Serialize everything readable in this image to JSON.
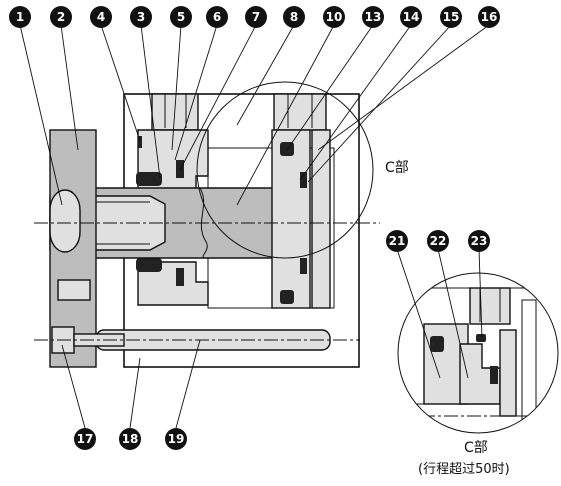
{
  "callouts_top": [
    "1",
    "2",
    "4",
    "3",
    "5",
    "6",
    "7",
    "8",
    "10",
    "13",
    "14",
    "15",
    "16"
  ],
  "callouts_bottom": [
    "17",
    "18",
    "19"
  ],
  "callouts_detail": [
    "21",
    "22",
    "23"
  ],
  "section_label": "C部",
  "detail_caption": "C部",
  "detail_subcaption": "(行程超过50时)"
}
